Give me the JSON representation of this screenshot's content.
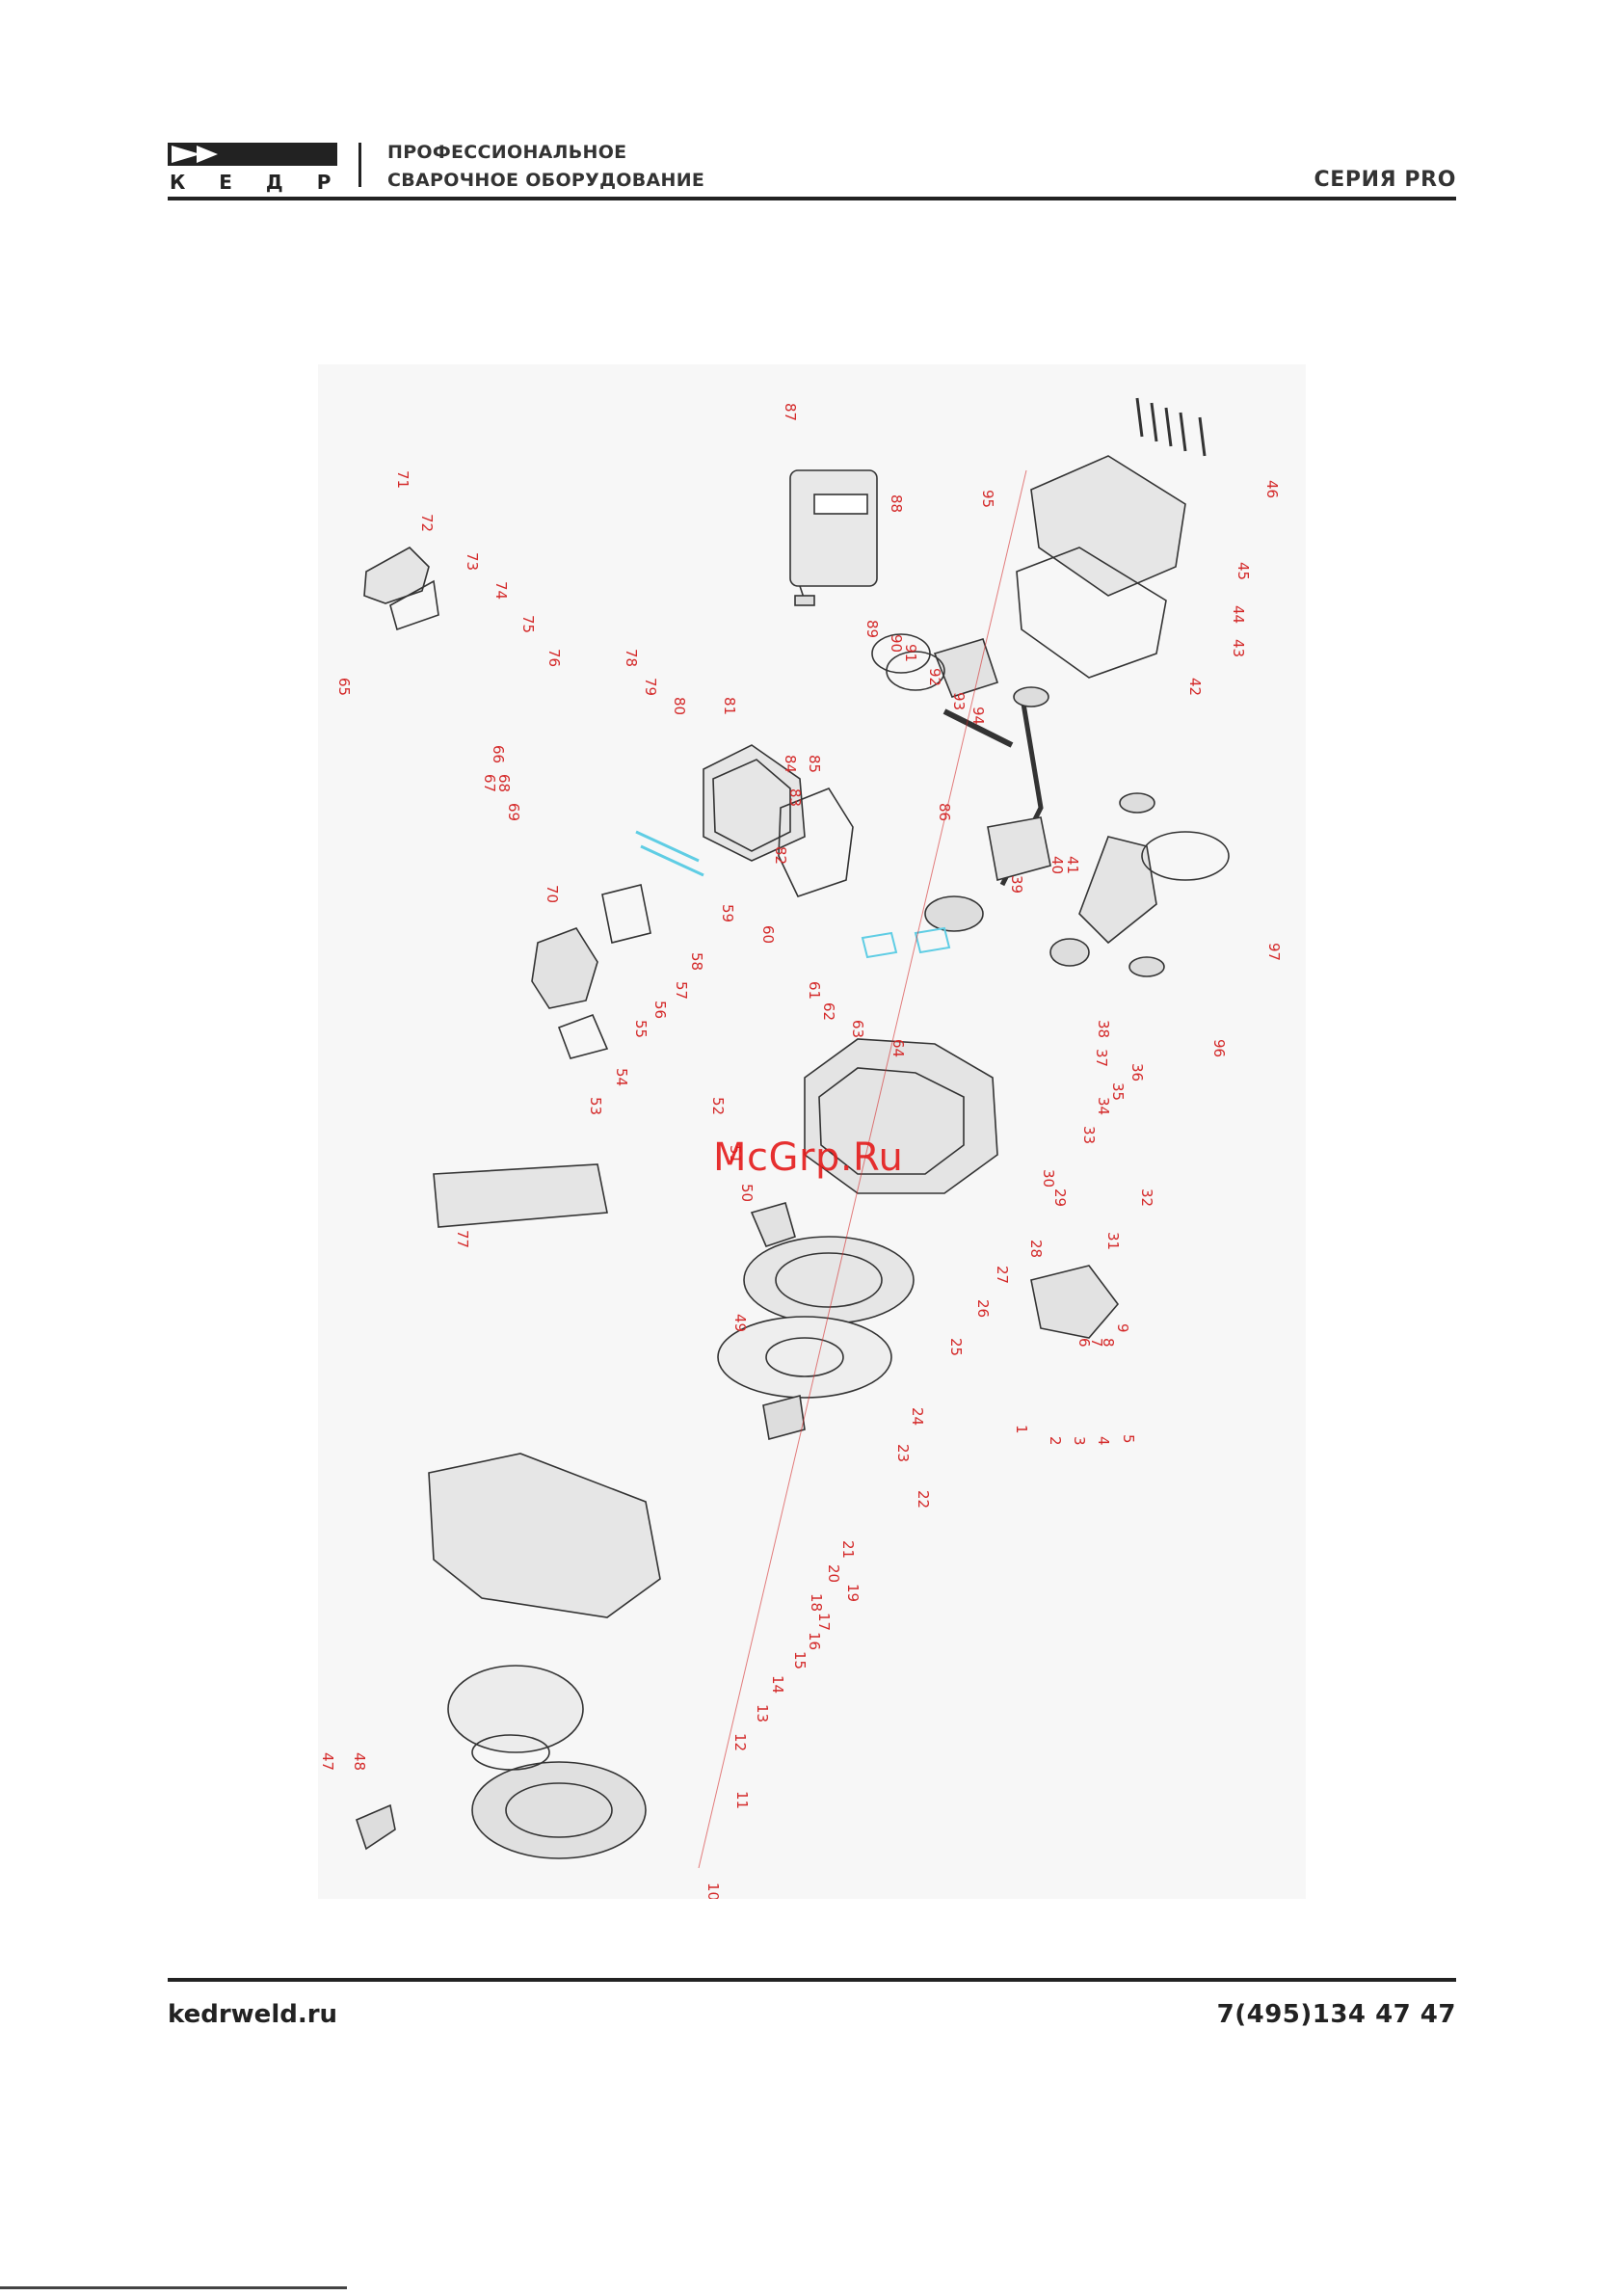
{
  "header": {
    "logo_text": "К Е Д Р",
    "company_line1": "ПРОФЕССИОНАЛЬНОЕ",
    "company_line2": "СВАРОЧНОЕ ОБОРУДОВАНИЕ",
    "series": "СЕРИЯ PRO"
  },
  "watermark": "McGrp.Ru",
  "footer": {
    "website": "kedrweld.ru",
    "phone": "7(495)134 47 47"
  },
  "diagram": {
    "labels": [
      "87",
      "88",
      "95",
      "46",
      "45",
      "44",
      "43",
      "42",
      "71",
      "72",
      "73",
      "74",
      "75",
      "76",
      "78",
      "79",
      "80",
      "81",
      "84",
      "83",
      "85",
      "82",
      "89",
      "90",
      "91",
      "92",
      "93",
      "94",
      "86",
      "65",
      "66",
      "67",
      "68",
      "69",
      "70",
      "59",
      "60",
      "58",
      "57",
      "56",
      "55",
      "54",
      "53",
      "61",
      "62",
      "63",
      "64",
      "39",
      "40",
      "41",
      "97",
      "96",
      "38",
      "37",
      "36",
      "35",
      "34",
      "33",
      "52",
      "51",
      "50",
      "49",
      "77",
      "30",
      "29",
      "32",
      "31",
      "28",
      "27",
      "26",
      "25",
      "9",
      "8",
      "7",
      "6",
      "1",
      "2",
      "3",
      "4",
      "5",
      "24",
      "23",
      "22",
      "21",
      "20",
      "19",
      "18",
      "17",
      "16",
      "15",
      "14",
      "13",
      "12",
      "11",
      "10",
      "47",
      "48"
    ],
    "colors": {
      "outline": "#333333",
      "label": "#d42a2a",
      "highlight": "#5fcde4",
      "background": "#f7f7f7"
    }
  }
}
